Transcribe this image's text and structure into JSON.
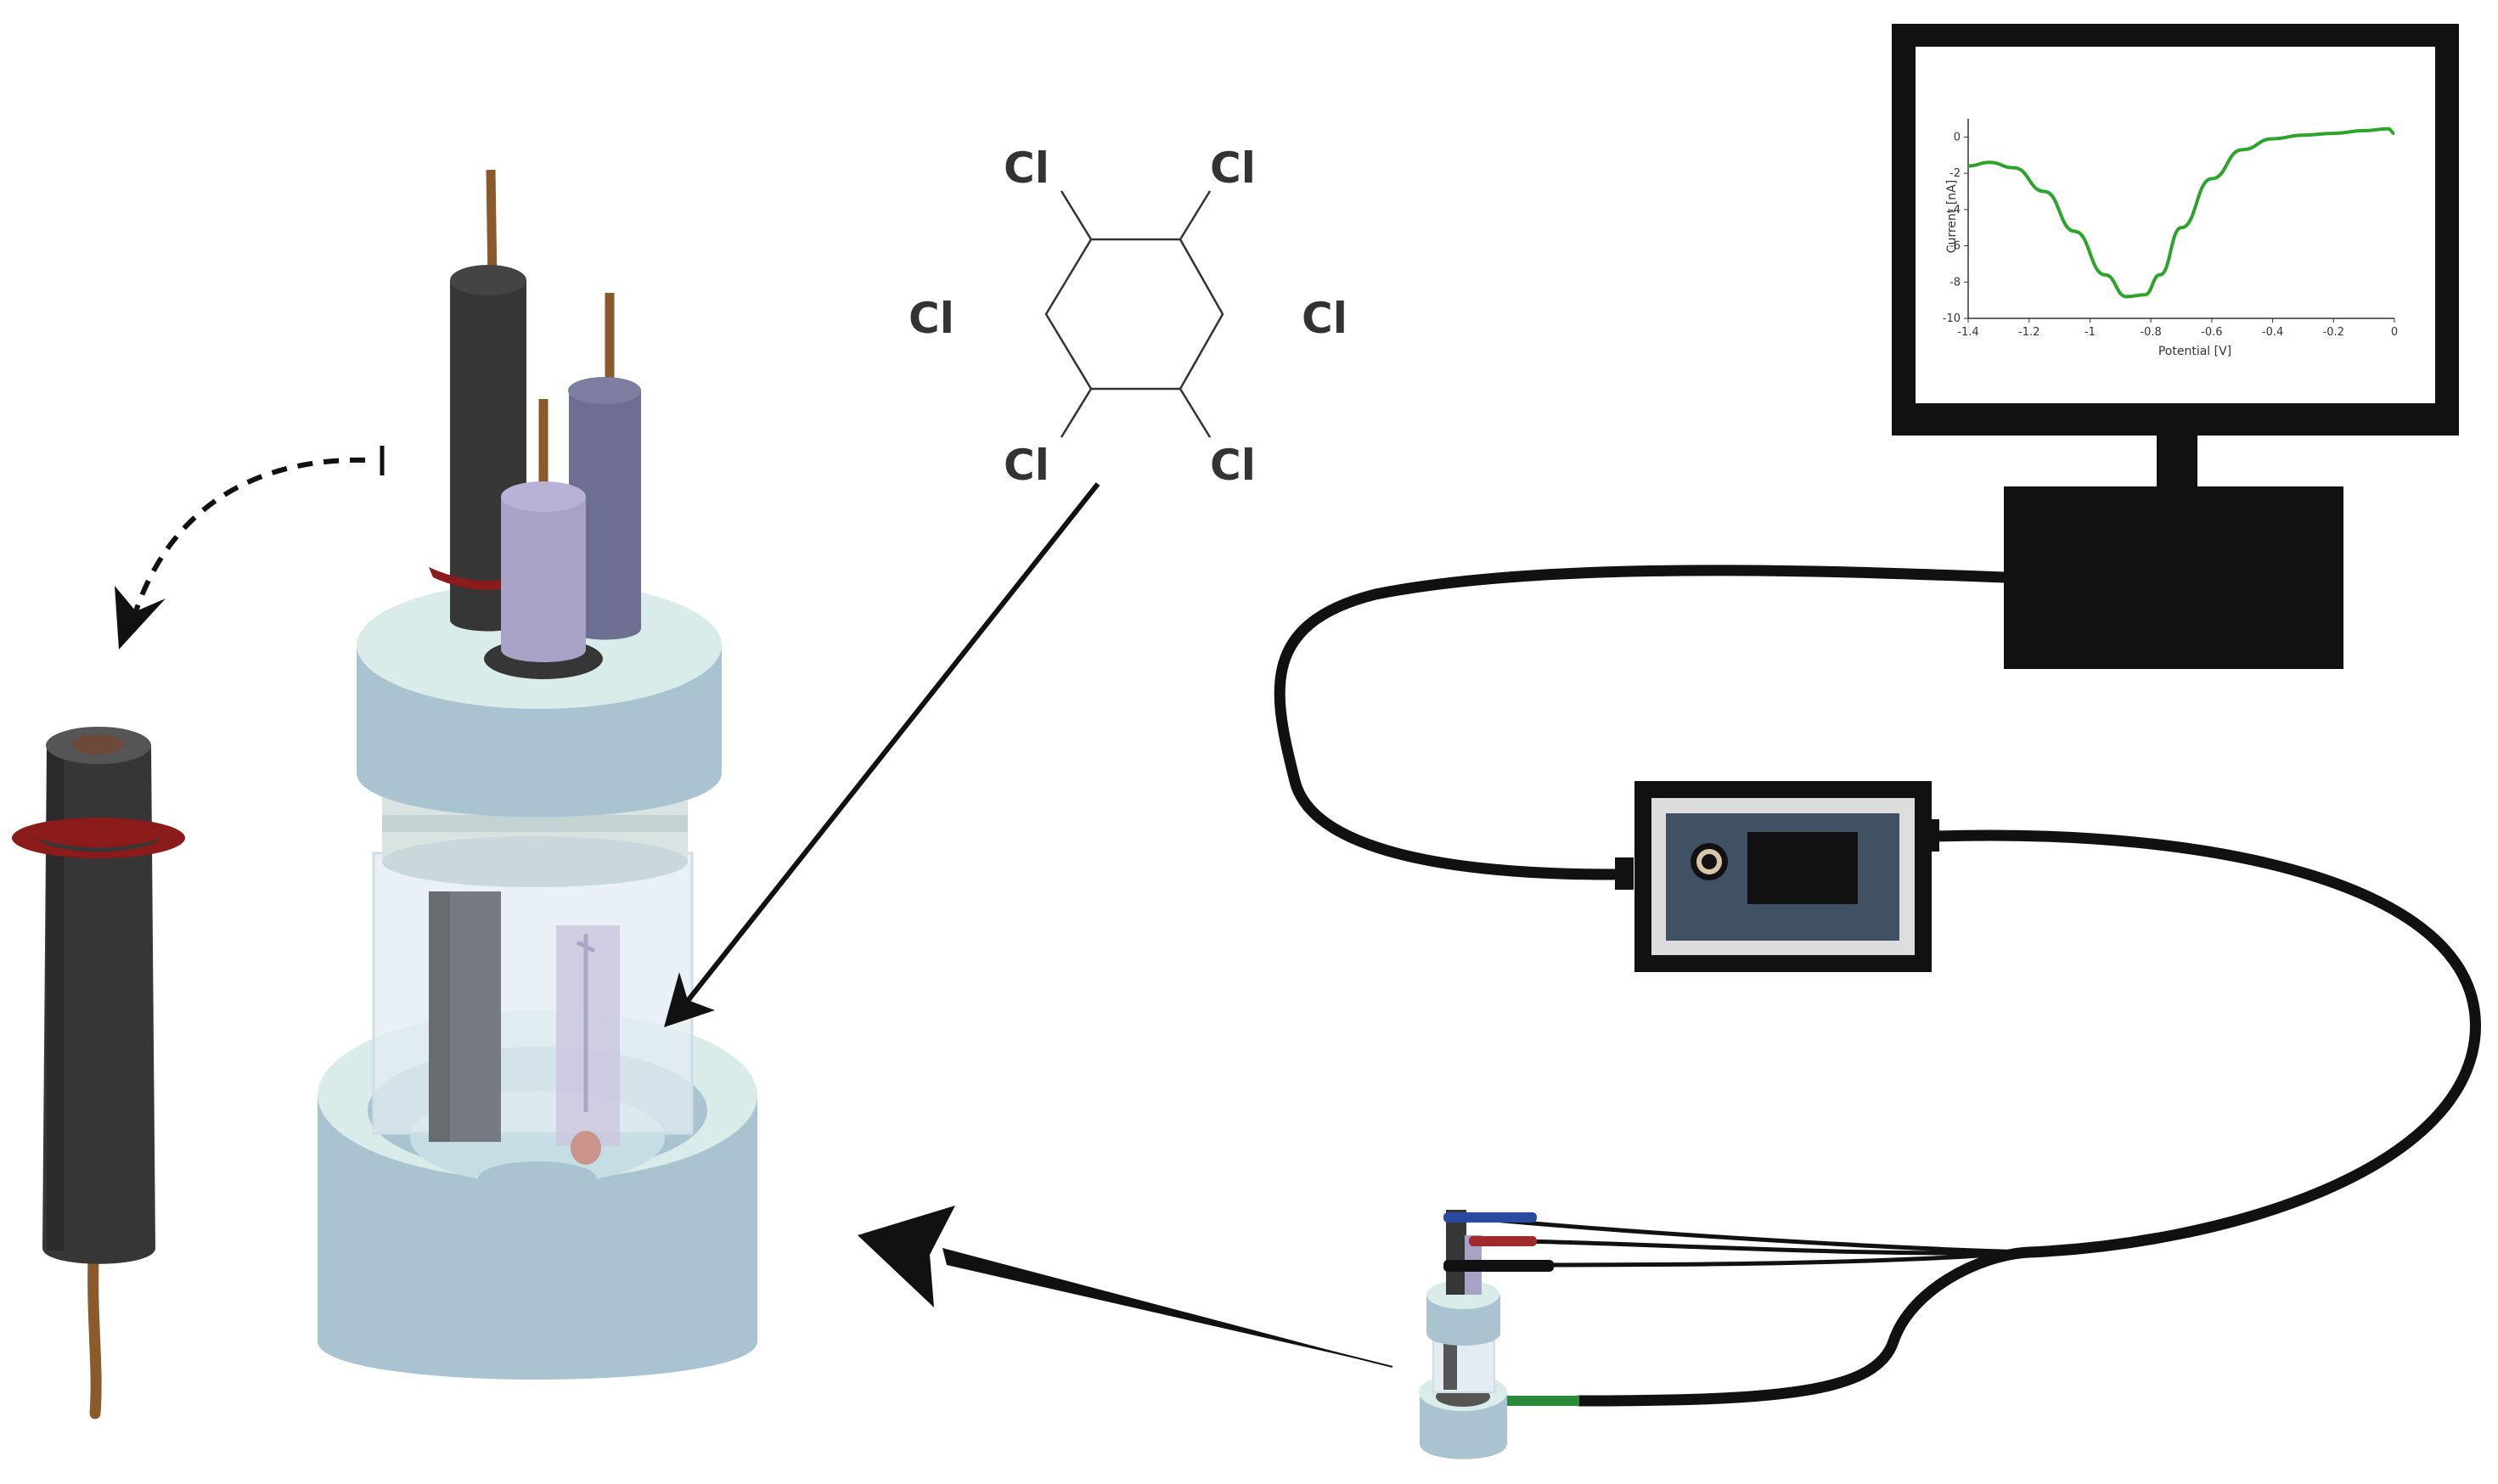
{
  "molecule": {
    "substituents": [
      "Cl",
      "Cl",
      "Cl",
      "Cl",
      "Cl",
      "Cl"
    ]
  },
  "colors": {
    "carbon_electrode": "#363636",
    "wire": "#8b5a2b",
    "gasket": "#8b1a1a",
    "cell_body": "#a9c4d0",
    "cell_highlight": "#d9ecea",
    "reference_electrode": "#6d6e92",
    "counter_electrode": "#a7a2c6",
    "potentiostat_face": "#3f5163",
    "voltammogram": "#2aa52a",
    "lead_blue": "#2a4aa0",
    "lead_red": "#a02a2a",
    "lead_green": "#2a8a3a"
  },
  "chart_data": {
    "type": "line",
    "xlabel": "Potential [V]",
    "ylabel": "Current [nA]",
    "xlim": [
      -1.4,
      0
    ],
    "ylim": [
      -10,
      1
    ],
    "xticks": [
      "-1.4",
      "-1.2",
      "-1",
      "-0.8",
      "-0.6",
      "-0.4",
      "-0.2",
      "0"
    ],
    "yticks": [
      "0",
      "-2",
      "-4",
      "-6",
      "-8",
      "-10"
    ],
    "series": [
      {
        "x": [
          -1.4,
          -1.33,
          -1.25,
          -1.15,
          -1.05,
          -0.95,
          -0.88,
          -0.82,
          -0.77,
          -0.7,
          -0.6,
          -0.5,
          -0.4,
          -0.3,
          -0.2,
          -0.1,
          -0.02,
          0
        ],
        "y": [
          -1.6,
          -1.4,
          -1.7,
          -3.0,
          -5.2,
          -7.6,
          -8.8,
          -8.7,
          -7.6,
          -5.0,
          -2.3,
          -0.7,
          -0.1,
          0.1,
          0.2,
          0.35,
          0.45,
          0.2
        ]
      }
    ]
  }
}
